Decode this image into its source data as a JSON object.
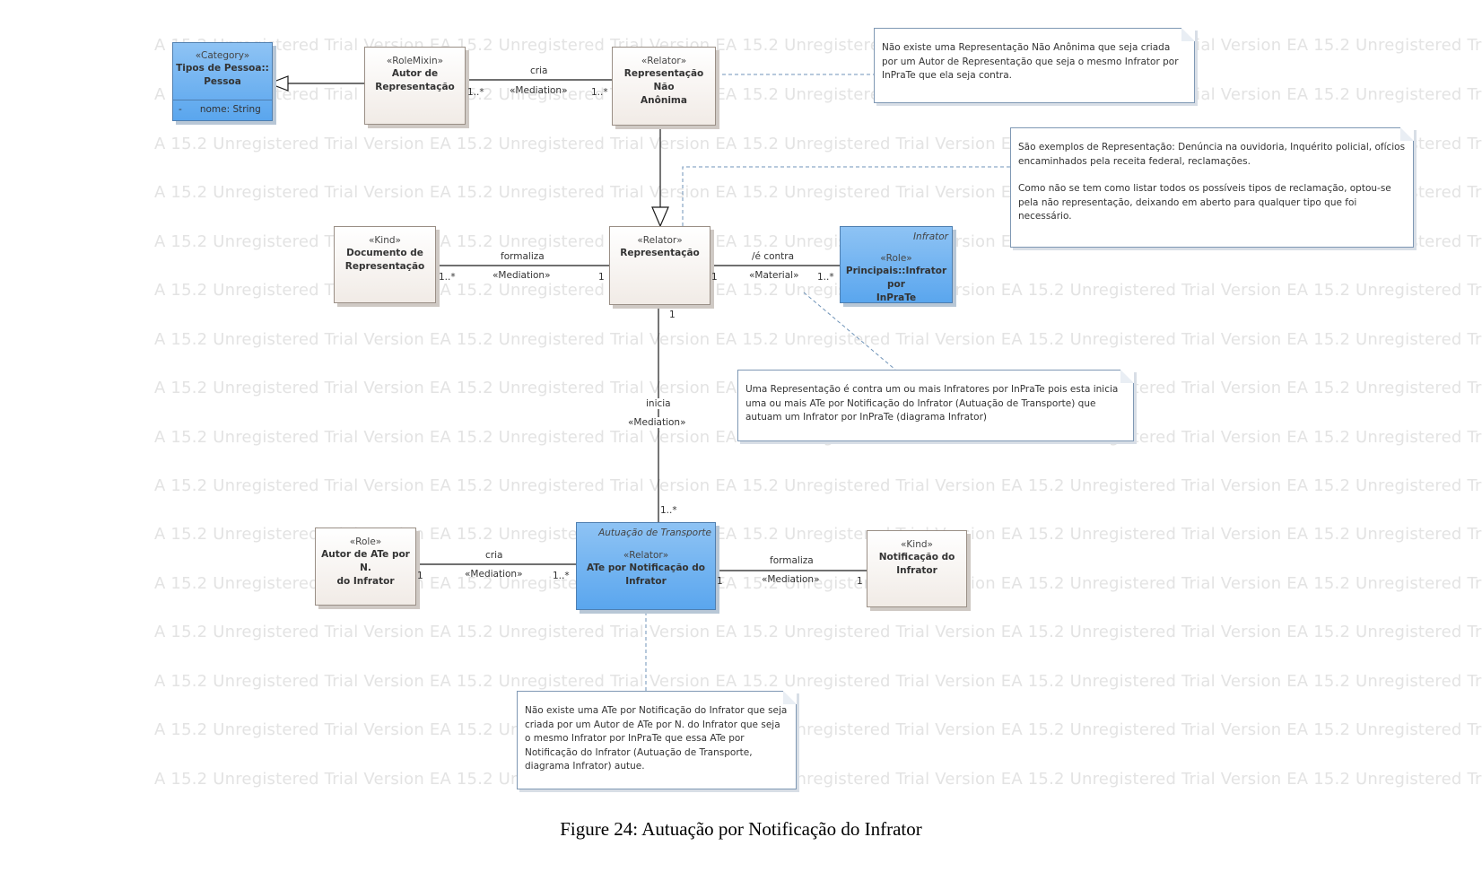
{
  "watermark": "A 15.2 Unregistered Trial Version   EA 15.2 Unregistered Trial Version   EA 15.2 Unregistered Trial Version   EA 15.2 Unregistered Trial Version   EA 15.2 Unregistered Trial Version   EA 15.2 Unregis",
  "classes": {
    "tipos_pessoa": {
      "stereotype": "«Category»",
      "name": "Tipos de Pessoa::\nPessoa",
      "attribute": "-      nome: String"
    },
    "autor_representacao": {
      "stereotype": "«RoleMixin»",
      "name": "Autor de\nRepresentação"
    },
    "representacao_nao_anonima": {
      "stereotype": "«Relator»",
      "name": "Representação Não\nAnônima"
    },
    "documento_representacao": {
      "stereotype": "«Kind»",
      "name": "Documento de\nRepresentação"
    },
    "representacao": {
      "stereotype": "«Relator»",
      "name": "Representação"
    },
    "infrator_inprate": {
      "tagged": "Infrator",
      "stereotype": "«Role»",
      "name": "Principais::Infrator por\nInPraTe"
    },
    "autor_ate": {
      "stereotype": "«Role»",
      "name": "Autor de ATe por N.\ndo Infrator"
    },
    "ate_notificacao": {
      "tagged": "Autuação de Transporte",
      "stereotype": "«Relator»",
      "name": "ATe por Notificação do\nInfrator"
    },
    "notificacao_infrator": {
      "stereotype": "«Kind»",
      "name": "Notificação do\nInfrator"
    }
  },
  "relations": {
    "autor_rna": {
      "name": "cria",
      "stereotype": "«Mediation»",
      "mult_source": "1..*",
      "mult_target": "1..*"
    },
    "doc_rep": {
      "name": "formaliza",
      "stereotype": "«Mediation»",
      "mult_source": "1..*",
      "mult_target": "1"
    },
    "rep_infrator": {
      "name": "/é contra",
      "stereotype": "«Material»",
      "mult_source": "1",
      "mult_target": "1..*"
    },
    "rep_ate": {
      "name": "inicia",
      "stereotype": "«Mediation»",
      "mult_source": "1",
      "mult_target": "1..*"
    },
    "autorate_ate": {
      "name": "cria",
      "stereotype": "«Mediation»",
      "mult_source": "1",
      "mult_target": "1..*"
    },
    "ate_notif": {
      "name": "formaliza",
      "stereotype": "«Mediation»",
      "mult_source": "1",
      "mult_target": "1"
    }
  },
  "notes": {
    "note1": "Não existe uma Representação Não Anônima que seja criada por um Autor de Representação que seja o mesmo Infrator por InPraTe que ela seja contra.",
    "note2_p1": "São exemplos de Representação: Denúncia na ouvidoria, Inquérito policial, ofícios encaminhados pela receita federal, reclamações.",
    "note2_p2": "Como não se tem como listar todos os possíveis tipos de reclamação, optou-se pela não representação, deixando em aberto para qualquer tipo que foi necessário.",
    "note3": "Uma Representação é contra um ou mais Infratores por InPraTe pois esta inicia uma ou mais ATe por Notificação do Infrator (Autuação de Transporte) que autuam um Infrator por InPraTe (diagrama Infrator)",
    "note4": "Não existe uma ATe por Notificação do Infrator que seja criada por um Autor de ATe por N. do Infrator que seja o mesmo Infrator por InPraTe que essa ATe por Notificação do Infrator (Autuação de Transporte, diagrama Infrator) autue."
  },
  "caption": "Figure 24: Autuação por Notificação do Infrator"
}
